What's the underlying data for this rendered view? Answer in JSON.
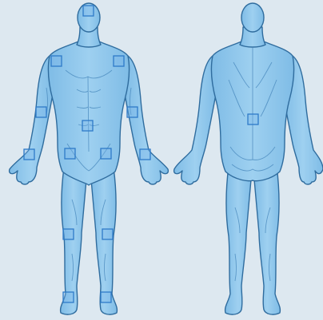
{
  "colors": {
    "background": "#dde8f0",
    "body_fill": "#8ec6ea",
    "body_outline": "#2f6c9e",
    "body_shading": "#6fb0de",
    "body_highlight": "#b5dbf4",
    "marker_stroke": "#2e7ac8",
    "marker_fill": "rgba(120,180,235,0.35)"
  },
  "figures": [
    {
      "id": "front",
      "view": "anterior"
    },
    {
      "id": "back",
      "view": "posterior"
    }
  ],
  "markers": [
    {
      "id": "head-front",
      "icon": "square-marker-icon"
    },
    {
      "id": "right-shoulder",
      "icon": "square-marker-icon"
    },
    {
      "id": "left-shoulder",
      "icon": "square-marker-icon"
    },
    {
      "id": "right-upper-arm",
      "icon": "square-marker-icon"
    },
    {
      "id": "left-upper-arm",
      "icon": "square-marker-icon"
    },
    {
      "id": "abdomen",
      "icon": "square-marker-icon"
    },
    {
      "id": "right-wrist",
      "icon": "square-marker-icon"
    },
    {
      "id": "left-wrist",
      "icon": "square-marker-icon"
    },
    {
      "id": "right-thigh",
      "icon": "square-marker-icon"
    },
    {
      "id": "left-thigh",
      "icon": "square-marker-icon"
    },
    {
      "id": "right-knee",
      "icon": "square-marker-icon"
    },
    {
      "id": "left-knee",
      "icon": "square-marker-icon"
    },
    {
      "id": "right-ankle",
      "icon": "square-marker-icon"
    },
    {
      "id": "left-ankle",
      "icon": "square-marker-icon"
    },
    {
      "id": "lower-back",
      "icon": "square-marker-icon"
    }
  ]
}
